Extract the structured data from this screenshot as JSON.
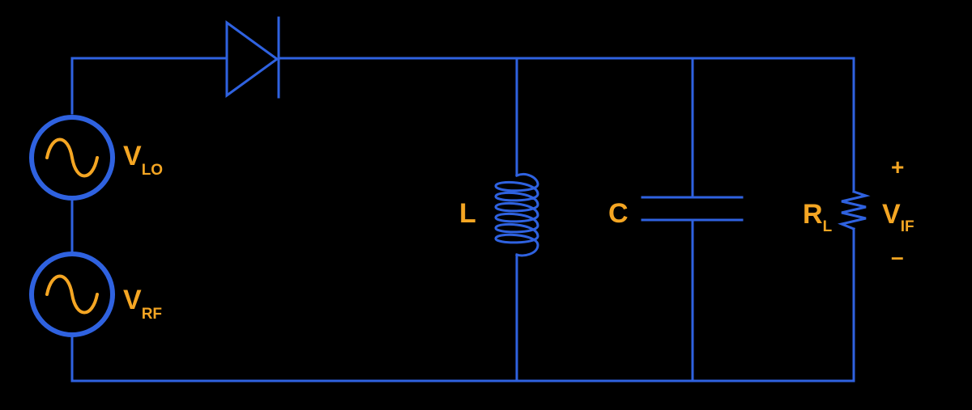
{
  "colors": {
    "background": "#000000",
    "wire": "#2f62e0",
    "label": "#f5a623"
  },
  "labels": {
    "vlo_main": "V",
    "vlo_sub": "LO",
    "vrf_main": "V",
    "vrf_sub": "RF",
    "inductor": "L",
    "capacitor": "C",
    "load_main": "R",
    "load_sub": "L",
    "vif_main": "V",
    "vif_sub": "IF",
    "plus": "+",
    "minus": "–"
  },
  "icons": {
    "source_lo": "ac-source-icon",
    "source_rf": "ac-source-icon",
    "diode": "diode-icon",
    "inductor": "inductor-icon",
    "capacitor": "capacitor-icon",
    "resistor": "resistor-icon"
  }
}
